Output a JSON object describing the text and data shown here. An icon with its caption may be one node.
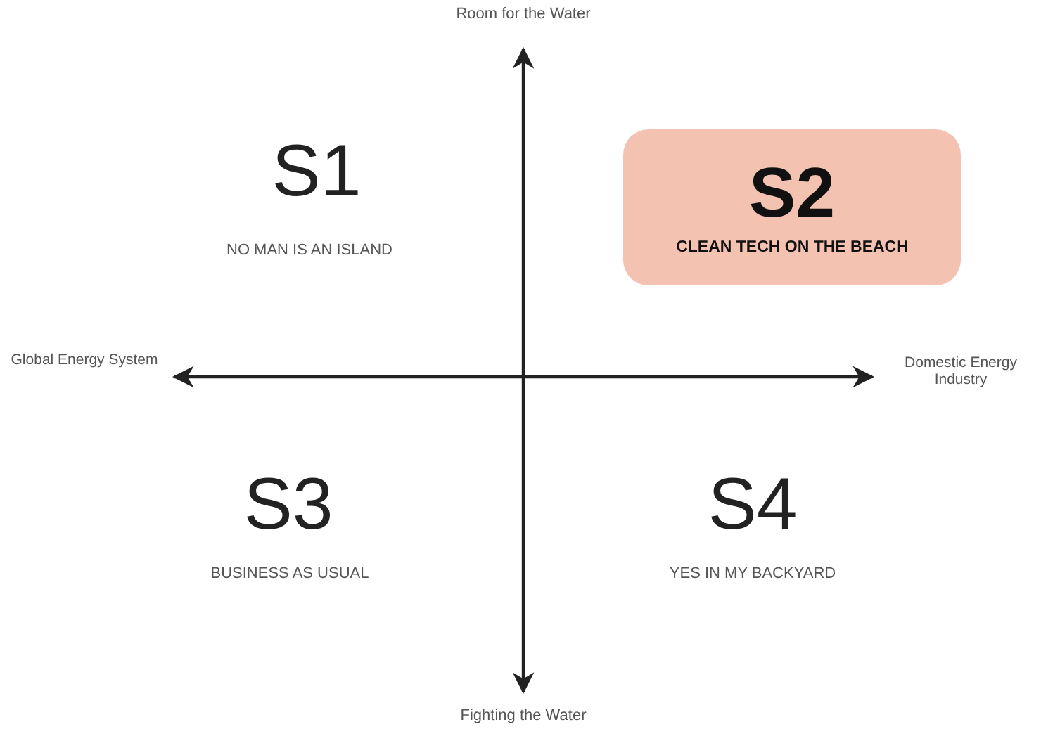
{
  "diagram": {
    "nodes": [
      {
        "text": [
          "S2",
          "CLEAN TECH ON THE BEACH"
        ]
      }
    ],
    "labels": [
      "Room for the Water",
      "S1",
      "NO MAN IS AN ISLAND",
      "Global Energy System",
      "Domestic Energy Industry",
      "S3",
      "BUSINESS AS USUAL",
      "S4",
      "YES IN MY BACKYARD",
      "Fighting the Water"
    ]
  }
}
